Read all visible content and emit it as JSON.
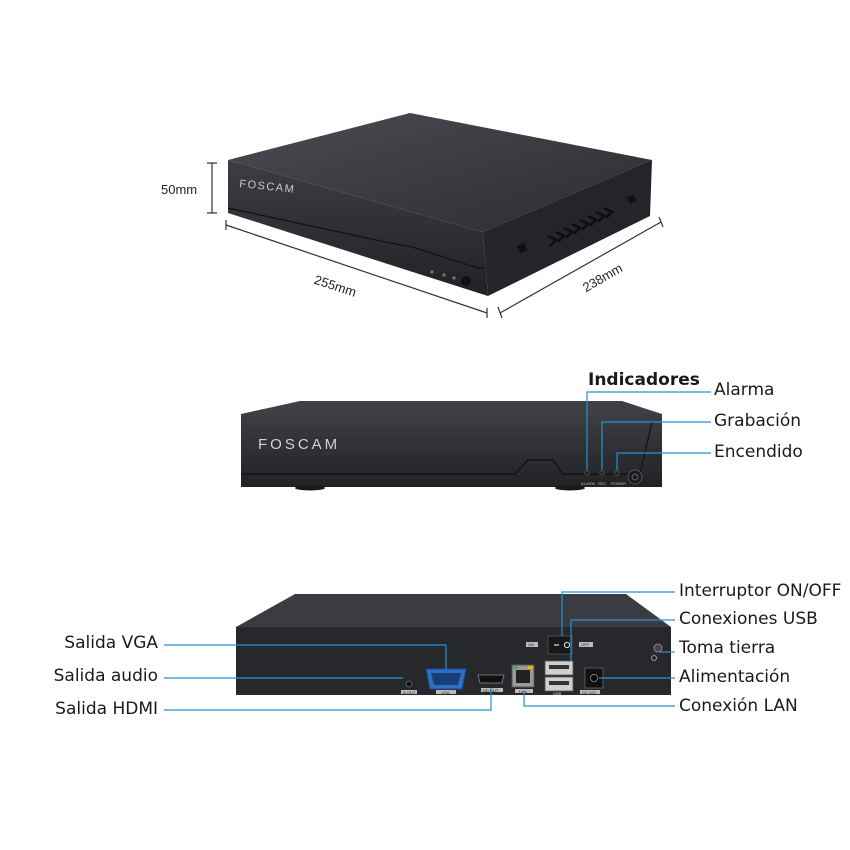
{
  "brand": "FOSCAM",
  "dimensions": {
    "height": "50mm",
    "width": "255mm",
    "depth": "238mm"
  },
  "front": {
    "heading": "Indicadores",
    "labels": [
      "Alarma",
      "Grabación",
      "Encendido"
    ],
    "led_captions": [
      "ALARM",
      "REC",
      "POWER"
    ]
  },
  "rear": {
    "left_labels": [
      "Salida VGA",
      "Salida audio",
      "Salida HDMI"
    ],
    "right_labels": [
      "Interruptor ON/OFF",
      "Conexiones USB",
      "Toma tierra",
      "Alimentación",
      "Conexión LAN"
    ],
    "port_captions": {
      "on": "ON",
      "off": "OFF",
      "audio": "A-OUT",
      "vga": "VGA",
      "hdmi": "HD OUT",
      "lan": "LAN",
      "usb": "USB",
      "dc": "DC 12V"
    }
  },
  "colors": {
    "leader_line": "#2a8fd0",
    "case": "#2b2d30",
    "case_top": "#3a3c40",
    "dim_line": "#333333"
  }
}
